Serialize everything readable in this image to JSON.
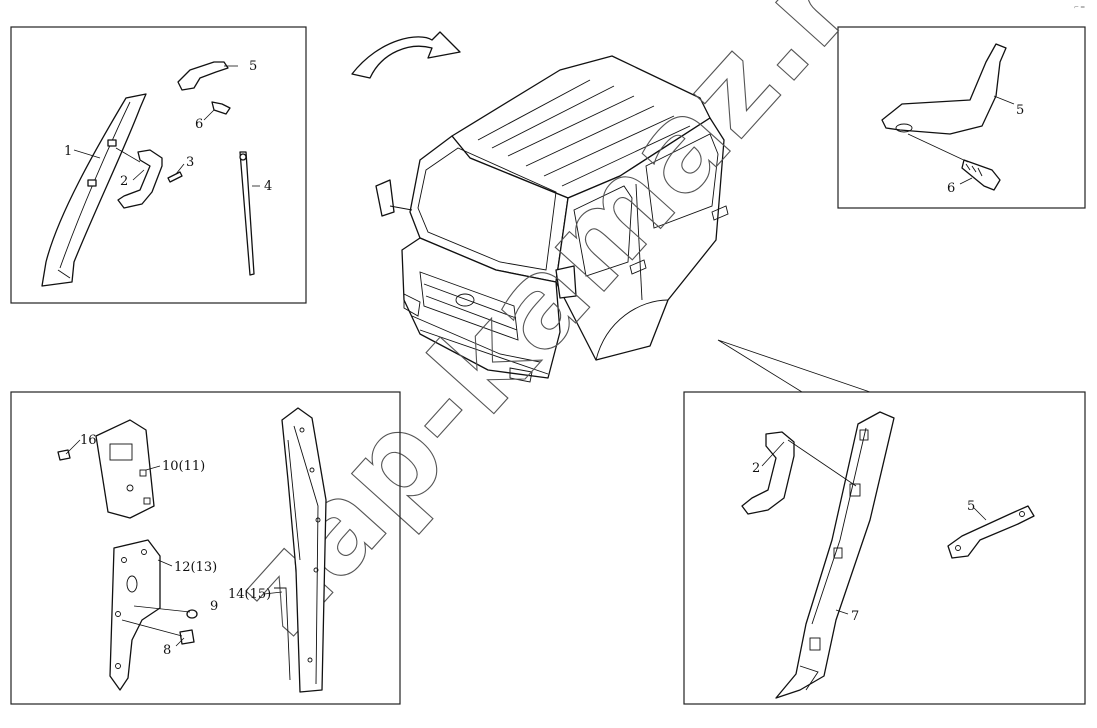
{
  "watermark": "zap-kamaz.ru",
  "corner_mark": "⌐ ═",
  "callouts": {
    "top_left": [
      "1",
      "2",
      "3",
      "4",
      "5",
      "6"
    ],
    "top_right": [
      "5",
      "6"
    ],
    "bottom_left": [
      "16",
      "10(11)",
      "12(13)",
      "9",
      "8",
      "14(15)"
    ],
    "bottom_right": [
      "2",
      "5",
      "7"
    ]
  }
}
